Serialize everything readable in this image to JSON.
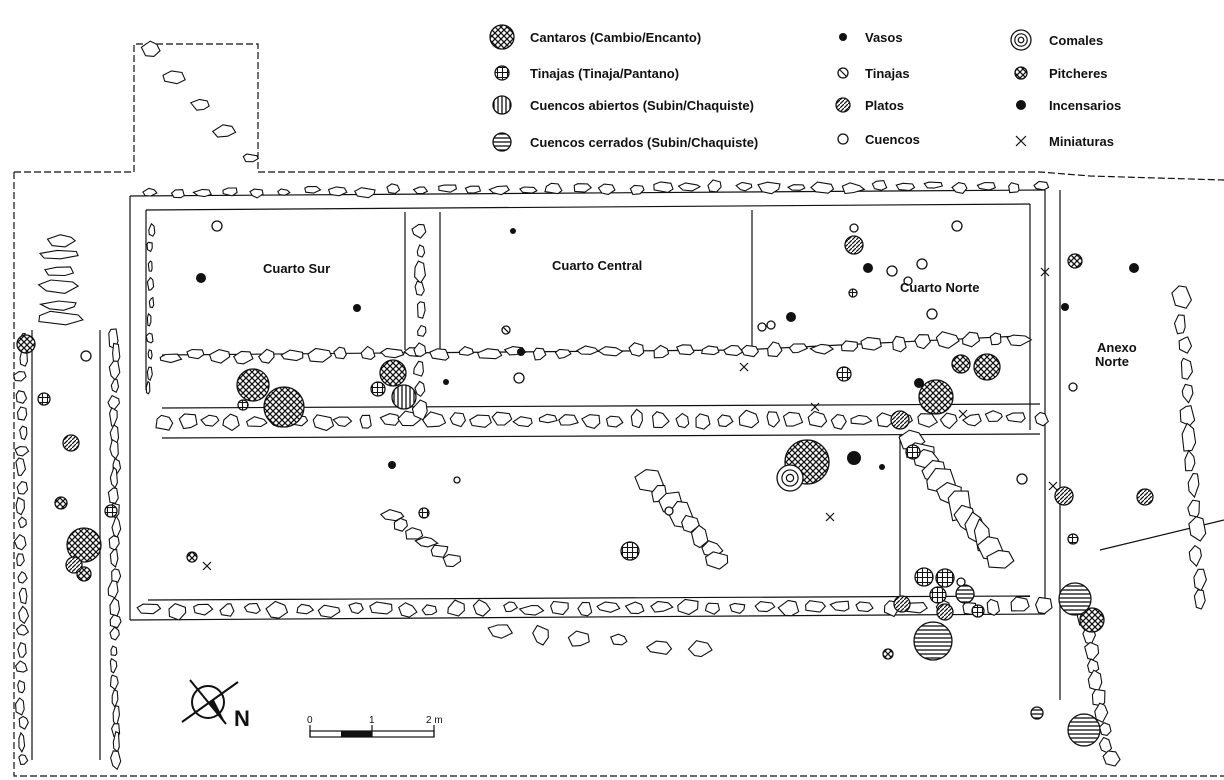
{
  "legend": [
    {
      "symbol": "cross-hatch-large",
      "label": "Cantaros (Cambio/Encanto)"
    },
    {
      "symbol": "grid",
      "label": "Tinajas (Tinaja/Pantano)"
    },
    {
      "symbol": "vertical-lines",
      "label": "Cuencos abiertos (Subin/Chaquiste)"
    },
    {
      "symbol": "horizontal-lines",
      "label": "Cuencos cerrados (Subin/Chaquiste)"
    },
    {
      "symbol": "dot-small",
      "label": "Vasos"
    },
    {
      "symbol": "slash-small",
      "label": "Tinajas"
    },
    {
      "symbol": "diagonal-lines",
      "label": "Platos"
    },
    {
      "symbol": "open-circle",
      "label": "Cuencos"
    },
    {
      "symbol": "concentric",
      "label": "Comales"
    },
    {
      "symbol": "cross-hatch-small",
      "label": "Pitcheres"
    },
    {
      "symbol": "dot-large",
      "label": "Incensarios"
    },
    {
      "symbol": "x-mark",
      "label": "Miniaturas"
    }
  ],
  "rooms": {
    "sur": "Cuarto Sur",
    "central": "Cuarto Central",
    "norte": "Cuarto Norte",
    "anexo_line1": "Anexo",
    "anexo_line2": "Norte"
  },
  "north_arrow": {
    "label": "N"
  },
  "scale_bar": {
    "ticks": [
      "0",
      "1",
      "2 m"
    ]
  },
  "colors": {
    "ink": "#111111",
    "background": "#ffffff"
  }
}
